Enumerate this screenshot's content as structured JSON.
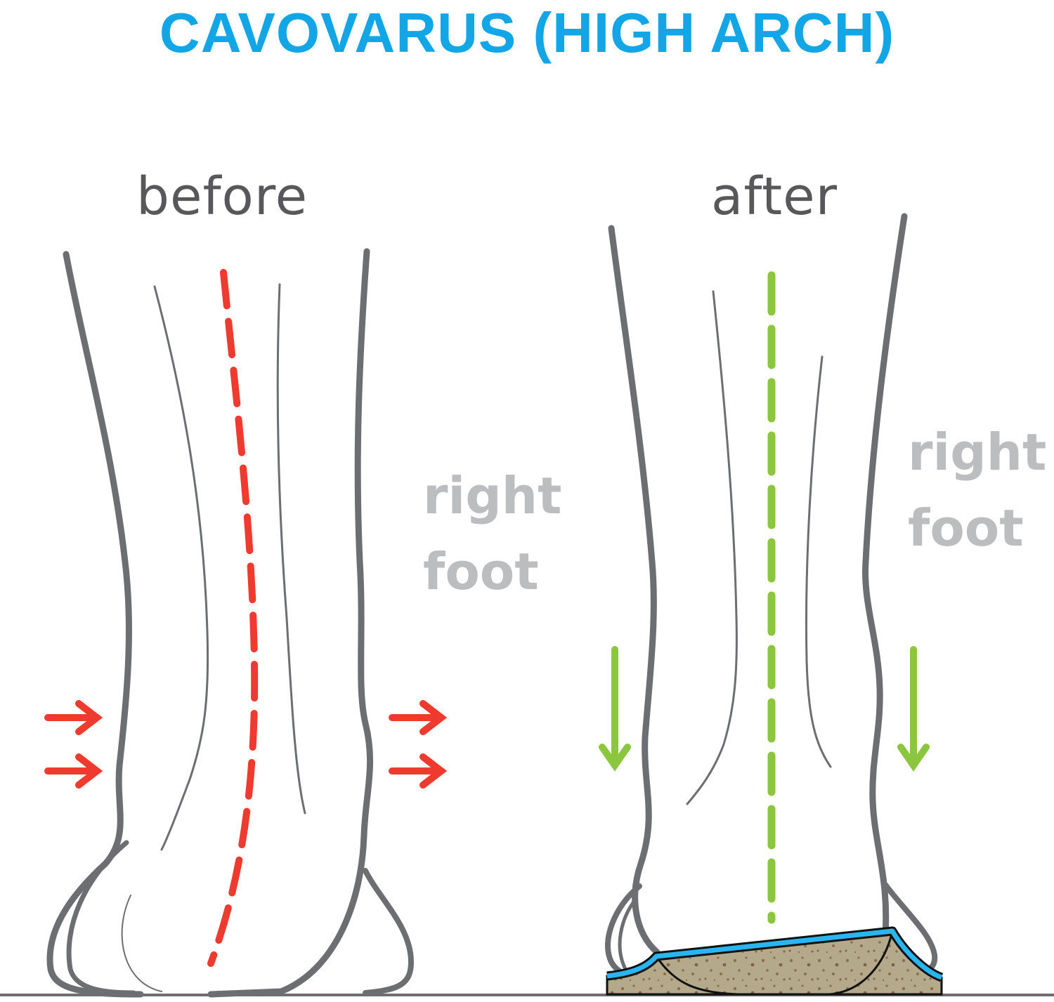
{
  "title": "CAVOVARUS (HIGH ARCH)",
  "panels": {
    "before": {
      "label": "before",
      "side_label_line1": "right",
      "side_label_line2": "foot",
      "axis_line": "dashed-red-curved",
      "arrows": "horizontal-right-outward"
    },
    "after": {
      "label": "after",
      "side_label_line1": "right",
      "side_label_line2": "foot",
      "axis_line": "dashed-green-vertical",
      "arrows": "vertical-down",
      "insert": "orthotic-insole"
    }
  },
  "colors": {
    "title": "#12a6e6",
    "outline": "#6d6e71",
    "before_accent": "#ee3a2f",
    "after_accent": "#8cc63f",
    "insole_top": "#29b6f0",
    "insole_base": "#b3a68a",
    "label": "#58585a",
    "side_label": "#bcbdbf"
  }
}
